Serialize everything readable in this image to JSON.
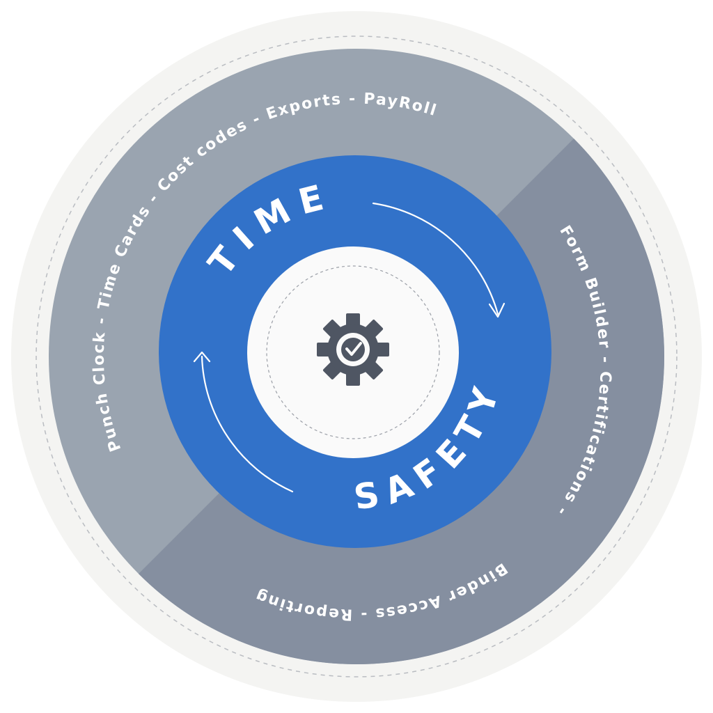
{
  "colors": {
    "outer_rim": "#f4f4f2",
    "outer_dashed": "#b9bcc1",
    "time_section": "#9aa4b0",
    "safety_section": "#858fa0",
    "blue_ring": "#3272c9",
    "center_fill": "#fafafa",
    "center_dashed": "#9a9ea6",
    "gear": "#4f5663",
    "text_white": "#ffffff"
  },
  "time_ring": {
    "label": "TIME",
    "items_text": "Punch Clock  -  Time Cards  -  Cost codes  -  Exports  -  PayRoll"
  },
  "safety_ring": {
    "label": "SAFETY",
    "items_text_right": "Form Builder  -  Certifications  -",
    "items_text_bottom": "Binder Access  -  Reporting"
  },
  "center": {
    "icon": "gear-check-icon"
  }
}
